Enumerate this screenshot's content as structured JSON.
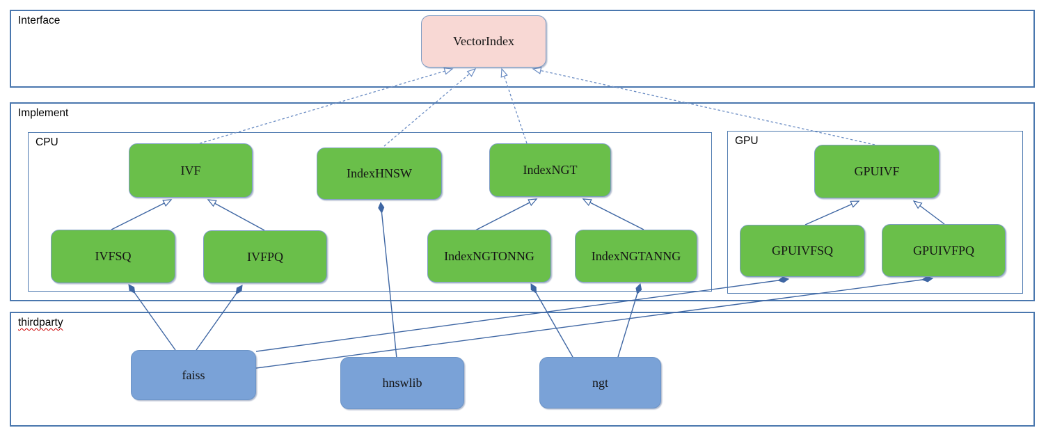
{
  "colors": {
    "node-green": "#6abf4a",
    "node-green-border": "#7d9cc4",
    "node-pink": "#f8d8d4",
    "node-pink-border": "#7d9cc4",
    "node-blue": "#7aa2d7",
    "node-blue-border": "#6b93c6",
    "container-border": "#4a77ae",
    "edge": "#3e66a3",
    "edge-dashed": "#6a8cc3",
    "spellcheck-red": "#cc0000"
  },
  "containers": [
    {
      "id": "interface",
      "label": "Interface"
    },
    {
      "id": "implement",
      "label": "Implement"
    },
    {
      "id": "cpu",
      "label": "CPU"
    },
    {
      "id": "gpu",
      "label": "GPU"
    },
    {
      "id": "thirdparty",
      "label": "thirdparty"
    }
  ],
  "nodes": [
    {
      "id": "vectorindex",
      "label": "VectorIndex",
      "group": "Interface"
    },
    {
      "id": "ivf",
      "label": "IVF",
      "group": "CPU"
    },
    {
      "id": "indexhnsw",
      "label": "IndexHNSW",
      "group": "CPU"
    },
    {
      "id": "indexngt",
      "label": "IndexNGT",
      "group": "CPU"
    },
    {
      "id": "ivfsq",
      "label": "IVFSQ",
      "group": "CPU"
    },
    {
      "id": "ivfpq",
      "label": "IVFPQ",
      "group": "CPU"
    },
    {
      "id": "indexngtonng",
      "label": "IndexNGTONNG",
      "group": "CPU"
    },
    {
      "id": "indexngtanng",
      "label": "IndexNGTANNG",
      "group": "CPU"
    },
    {
      "id": "gpuivf",
      "label": "GPUIVF",
      "group": "GPU"
    },
    {
      "id": "gpuivfsq",
      "label": "GPUIVFSQ",
      "group": "GPU"
    },
    {
      "id": "gpuivfpq",
      "label": "GPUIVFPQ",
      "group": "GPU"
    },
    {
      "id": "faiss",
      "label": "faiss",
      "group": "thirdparty"
    },
    {
      "id": "hnswlib",
      "label": "hnswlib",
      "group": "thirdparty"
    },
    {
      "id": "ngt",
      "label": "ngt",
      "group": "thirdparty"
    }
  ],
  "edges": [
    {
      "from": "IVF",
      "to": "VectorIndex",
      "type": "realization",
      "style": "dashed-open-triangle"
    },
    {
      "from": "IndexHNSW",
      "to": "VectorIndex",
      "type": "realization",
      "style": "dashed-open-triangle"
    },
    {
      "from": "IndexNGT",
      "to": "VectorIndex",
      "type": "realization",
      "style": "dashed-open-triangle"
    },
    {
      "from": "GPUIVF",
      "to": "VectorIndex",
      "type": "realization",
      "style": "dashed-open-triangle"
    },
    {
      "from": "IVFSQ",
      "to": "IVF",
      "type": "generalization",
      "style": "solid-open-triangle"
    },
    {
      "from": "IVFPQ",
      "to": "IVF",
      "type": "generalization",
      "style": "solid-open-triangle"
    },
    {
      "from": "IndexNGTONNG",
      "to": "IndexNGT",
      "type": "generalization",
      "style": "solid-open-triangle"
    },
    {
      "from": "IndexNGTANNG",
      "to": "IndexNGT",
      "type": "generalization",
      "style": "solid-open-triangle"
    },
    {
      "from": "GPUIVFSQ",
      "to": "GPUIVF",
      "type": "generalization",
      "style": "solid-open-triangle"
    },
    {
      "from": "GPUIVFPQ",
      "to": "GPUIVF",
      "type": "generalization",
      "style": "solid-open-triangle"
    },
    {
      "from": "faiss",
      "to": "IVFSQ",
      "type": "composition",
      "style": "solid-filled-diamond"
    },
    {
      "from": "faiss",
      "to": "IVFPQ",
      "type": "composition",
      "style": "solid-filled-diamond"
    },
    {
      "from": "faiss",
      "to": "GPUIVFSQ",
      "type": "composition",
      "style": "solid-filled-diamond"
    },
    {
      "from": "faiss",
      "to": "GPUIVFPQ",
      "type": "composition",
      "style": "solid-filled-diamond"
    },
    {
      "from": "hnswlib",
      "to": "IndexHNSW",
      "type": "composition",
      "style": "solid-filled-diamond"
    },
    {
      "from": "ngt",
      "to": "IndexNGTONNG",
      "type": "composition",
      "style": "solid-filled-diamond"
    },
    {
      "from": "ngt",
      "to": "IndexNGTANNG",
      "type": "composition",
      "style": "solid-filled-diamond"
    }
  ]
}
